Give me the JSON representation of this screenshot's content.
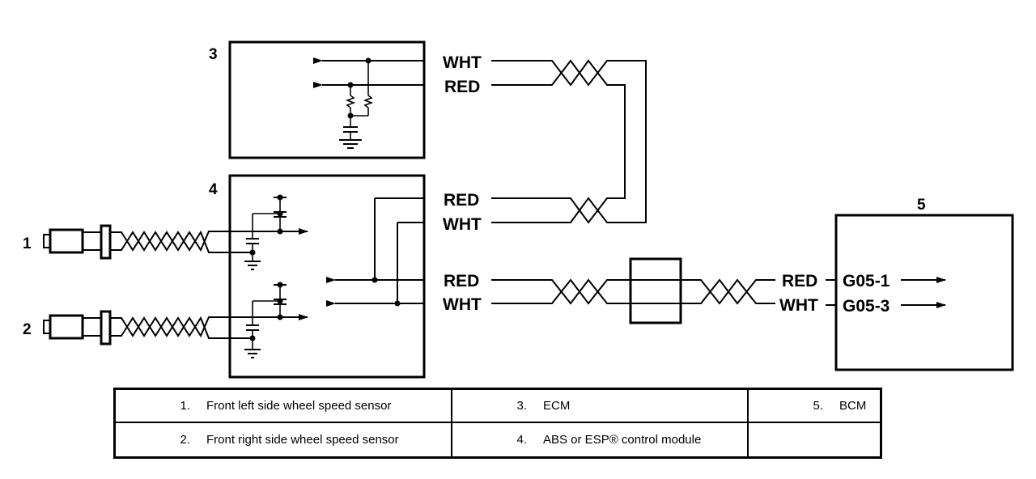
{
  "blocks": {
    "ecm_number": "3",
    "abs_number": "4",
    "bcm_number": "5",
    "sensor1_number": "1",
    "sensor2_number": "2"
  },
  "wires": {
    "ecm_wht": "WHT",
    "ecm_red": "RED",
    "abs_red": "RED",
    "abs_wht": "WHT",
    "bus_red": "RED",
    "bus_wht": "WHT",
    "bcm_red": "RED",
    "bcm_wht": "WHT"
  },
  "pins": {
    "g05_1": "G05-1",
    "g05_3": "G05-3"
  },
  "legend": [
    {
      "number": "1.",
      "label": "Front left side wheel speed sensor"
    },
    {
      "number": "3.",
      "label": "ECM"
    },
    {
      "number": "5.",
      "label": "BCM"
    },
    {
      "number": "2.",
      "label": "Front right side wheel speed sensor"
    },
    {
      "number": "4.",
      "label": "ABS or ESP® control module"
    },
    {
      "number": "",
      "label": ""
    }
  ]
}
